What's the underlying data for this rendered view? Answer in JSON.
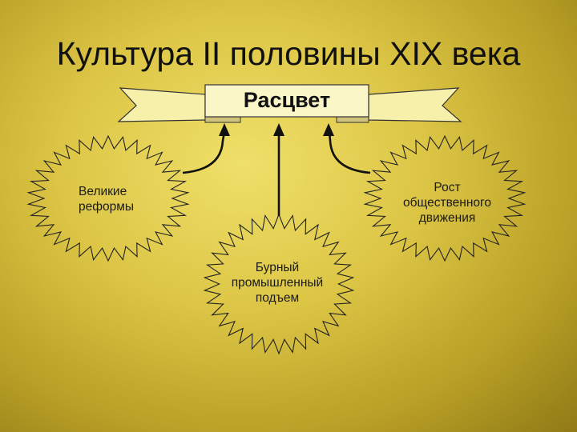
{
  "slide": {
    "title": "Культура II половины XIX века"
  },
  "diagram": {
    "banner_label": "Расцвет",
    "nodes": [
      {
        "id": "reforms",
        "text": "Великие\nреформы"
      },
      {
        "id": "industry",
        "text": "Бурный\nпромышленный\nподъем"
      },
      {
        "id": "social",
        "text": "Рост\nобщественного\nдвижения"
      }
    ]
  },
  "colors": {
    "background": "#ddc646",
    "banner_fill": "#f7f0ab",
    "line": "#1a1a1a"
  }
}
